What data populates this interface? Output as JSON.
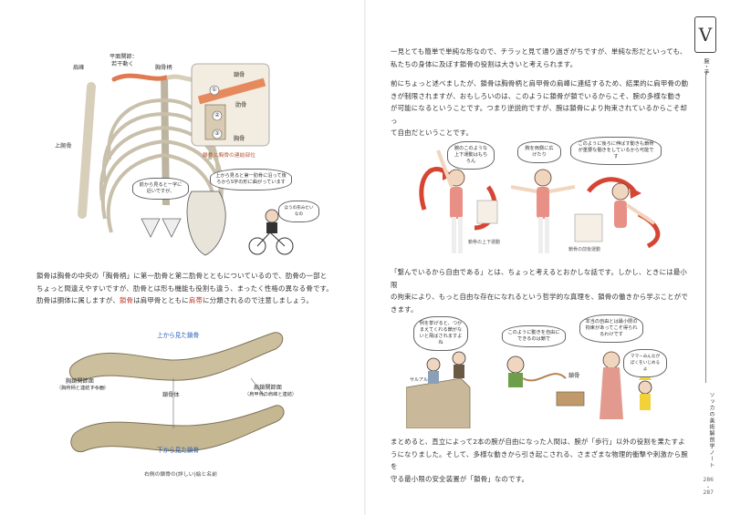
{
  "side": {
    "chapter_numeral": "V",
    "chapter_name": "腕・手",
    "book_title": "ソッカの美術解剖学ノート",
    "page_left": "286",
    "page_sep": "・",
    "page_right": "287"
  },
  "fig_skeleton": {
    "labels": {
      "sternoclavicular": "平面関節：",
      "sternoclavicular2": "若干動く",
      "clavicle": "鎖骨",
      "acromion": "肩峰",
      "manubrium": "胸骨柄",
      "rib": "肋骨",
      "humerus": "上腕骨",
      "sternum": "胸骨",
      "inset_caption": "鎖骨と胸骨の連結部位",
      "n1": "①",
      "n2": "②",
      "n3": "③"
    },
    "bubbles": {
      "front_view": "前から見ると一字に近いですが、",
      "top_view": "上から見ると第一肋骨に沿って後ろからS字の形に曲がっています",
      "bicycle": "ほうの形みたいなの"
    }
  },
  "left_text": {
    "lines": [
      "鎖骨は胸骨の中央の「胸骨柄」に第一肋骨と第二肋骨とともについているので、肋骨の一部と",
      "ちょっと間違えやすいですが、肋骨とは形も機能も役割も違う、まったく性格の異なる骨です。"
    ],
    "line3_a": "肋骨は胴体に属しますが、",
    "line3_b": "鎖骨",
    "line3_c": "は肩甲骨とともに",
    "line3_d": "肩帯",
    "line3_e": "に分類されるので注意しましょう。"
  },
  "fig_clavicle": {
    "top_view": "上から見た鎖骨",
    "bottom_view": "下から見た鎖骨",
    "sternal_end": "胸鎖関節面",
    "sternal_end2": "（胸骨柄と連結する面）",
    "acromial_end": "肩鎖関節面",
    "acromial_end2": "（肩甲骨の肩峰と連結）",
    "body": "鎖骨体",
    "caption": "右側の鎖骨の(詳しい)絵と名前"
  },
  "right_text_1": {
    "lines": [
      "一見とても簡単で単純な形なので、チラッと見て通り過ぎがちですが、単純な形だといっても、",
      "私たちの身体に及ぼす鎖骨の役割は大きいと考えられます。"
    ]
  },
  "right_text_2": {
    "lines": [
      "前にちょっと述べましたが、鎖骨は胸骨柄と肩甲骨の肩峰に連結するため、結果的に肩甲骨の動",
      "きが制限されますが、おもしろいのは、このように鎖骨が鎖でいるからこそ、腕の多様な動き",
      "が可能になるということです。つまり逆説的ですが、腕は鎖骨により拘束されているからこそ却っ",
      "て自由だということです。"
    ]
  },
  "fig_motion": {
    "bubble1": "腕のこのような上下運動はもちろん",
    "bubble2": "腕を両側に広げたり",
    "bubble3": "このように後ろに伸ばす動きも鎖骨が重要な働きをしているから可能です",
    "cap1": "鎖骨の上下運動",
    "cap2": "鎖骨の前後運動"
  },
  "right_text_3": {
    "lines": [
      "「繋んでいるから自由である」とは、ちょっと考えるとおかしな話です。しかし、ときには最小限",
      "の拘束により、もっと自由な存在になれるという哲学的な真理を、鎖骨の働きから学ぶことがで",
      "きます。"
    ]
  },
  "fig_comic": {
    "bubble1": "例を挙げると、つかまえてくれる鎖がないと飛ばされますよね",
    "bubble2": "このように動きを自由にできるのは鎖で",
    "bubble3": "本当の自由とは最小限の拘束があってこそ得られるわけです",
    "bubble4": "ママーみんながぼくをいじめるよ",
    "label_monkey": "サルアル",
    "label_clavicle": "鎖骨"
  },
  "right_text_4": {
    "line1": "まとめると、直立によって2本の腕が自由になった人間は、腕が「歩行」以外の役割を果たすよ",
    "line2": "うになりました。そして、多様な動きから引き起こされる、さまざまな物理的衝撃や刺激から腕を",
    "line3_a": "守る最小限の安全装置が「",
    "line3_b": "鎖骨",
    "line3_c": "」なのです。"
  }
}
